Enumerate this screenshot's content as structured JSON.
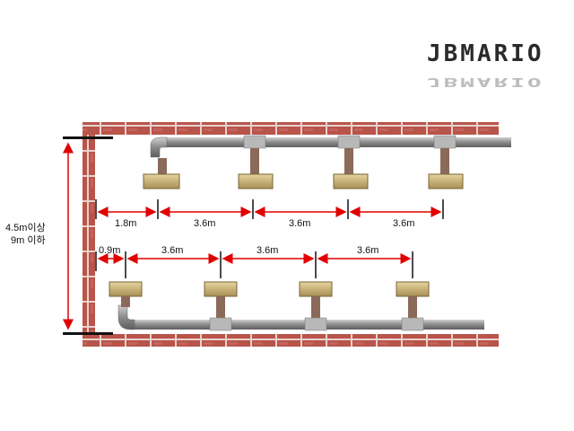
{
  "logo": {
    "text": "JBMARIO"
  },
  "height_range": {
    "line1": "4.5m이상",
    "line2": "9m 이하"
  },
  "top_row": {
    "spacings": [
      "1.8m",
      "3.6m",
      "3.6m",
      "3.6m"
    ]
  },
  "bottom_row": {
    "spacings": [
      "0.9m",
      "3.6m",
      "3.6m",
      "3.6m"
    ]
  },
  "colors": {
    "brick": "#b9544a",
    "mortar": "#e8d2cc",
    "pipe": "#8a8a8a",
    "dimension_arrow": "#e00000",
    "heater": "#c9b27a"
  }
}
